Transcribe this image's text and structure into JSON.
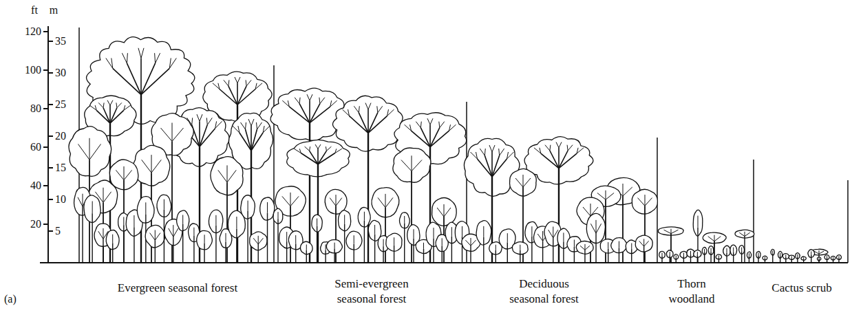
{
  "diagram": {
    "labels": [
      "ft",
      "m",
      "120",
      "100",
      "80",
      "60",
      "40",
      "20",
      "35",
      "30",
      "25",
      "20",
      "15",
      "10",
      "5",
      "Evergreen seasonal forest",
      "Semi-evergreen seasonal forest",
      "Deciduous seasonal forest",
      "Thorn woodland",
      "Cactus scrub",
      "(a)"
    ]
  }
}
